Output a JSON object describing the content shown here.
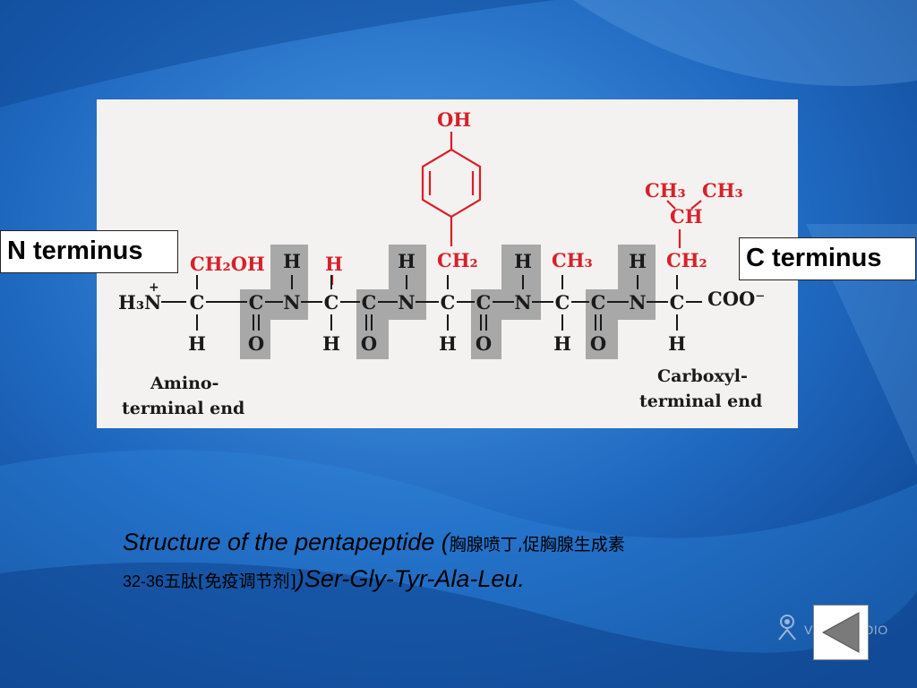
{
  "labels": {
    "n_terminus": "N terminus",
    "c_terminus": "C terminus"
  },
  "structure": {
    "side_chains": {
      "oh": "OH",
      "ch2oh": "CH₂OH",
      "tyr_ch2": "CH₂",
      "ala_ch3": "CH₃",
      "leu_ch2": "CH₂",
      "leu_ch": "CH",
      "leu_ch3_left": "CH₃",
      "leu_ch3_right": "CH₃"
    },
    "backbone": {
      "h3n": "H₃N",
      "plus": "+",
      "coo": "COO⁻",
      "atoms_row": [
        "C",
        "C",
        "N",
        "C",
        "C",
        "N",
        "C",
        "C",
        "N",
        "C",
        "C",
        "N",
        "C"
      ],
      "h_top": [
        "H",
        "H",
        "H",
        "H",
        "H"
      ],
      "h_bottom": [
        "H",
        "H",
        "H",
        "H",
        "H"
      ],
      "o_bottom": [
        "O",
        "O",
        "O",
        "O"
      ]
    },
    "end_labels": {
      "amino_line1": "Amino-",
      "amino_line2": "terminal end",
      "carboxyl_line1": "Carboxyl-",
      "carboxyl_line2": "terminal end"
    }
  },
  "caption": {
    "en1": "Structure of the pentapeptide (",
    "cjk1": "胸腺喷丁,促胸腺生成素",
    "num": "32-36",
    "cjk2": "五肽[免疫调节剂]",
    "en2": ")Ser-Gly-Tyr-Ala-Leu."
  },
  "watermark": "VIEWSTUDIO",
  "colors": {
    "side_chain": "#d8202a",
    "backbone": "#1a1a1a",
    "peptide_shade": "#a8a8a8",
    "figure_bg": "#f4f2f0",
    "background": "#1a5fb0"
  }
}
